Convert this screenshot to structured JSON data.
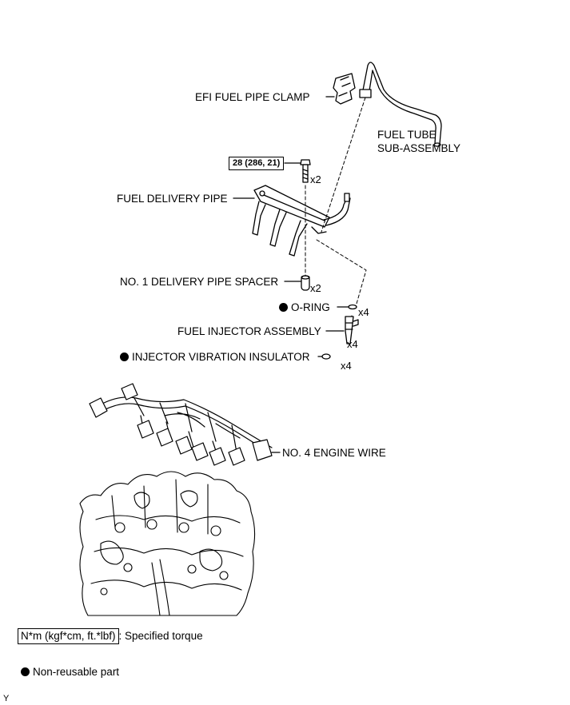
{
  "labels": {
    "efi_clamp": "EFI FUEL PIPE CLAMP",
    "fuel_tube_line1": "FUEL TUBE",
    "fuel_tube_line2": "SUB-ASSEMBLY",
    "delivery_pipe": "FUEL DELIVERY PIPE",
    "spacer": "NO. 1 DELIVERY PIPE SPACER",
    "o_ring": "O-RING",
    "injector": "FUEL INJECTOR ASSEMBLY",
    "insulator": "INJECTOR VIBRATION INSULATOR",
    "engine_wire": "NO. 4 ENGINE WIRE"
  },
  "torque": "28 (286, 21)",
  "quantities": {
    "bolt": "x2",
    "spacer": "x2",
    "o_ring": "x4",
    "injector": "x4",
    "insulator": "x4"
  },
  "legend": {
    "torque_box": "N*m (kgf*cm, ft.*lbf)",
    "torque_text": ": Specified torque",
    "nonreusable_text": "Non-reusable part"
  },
  "corner_mark": "Y"
}
